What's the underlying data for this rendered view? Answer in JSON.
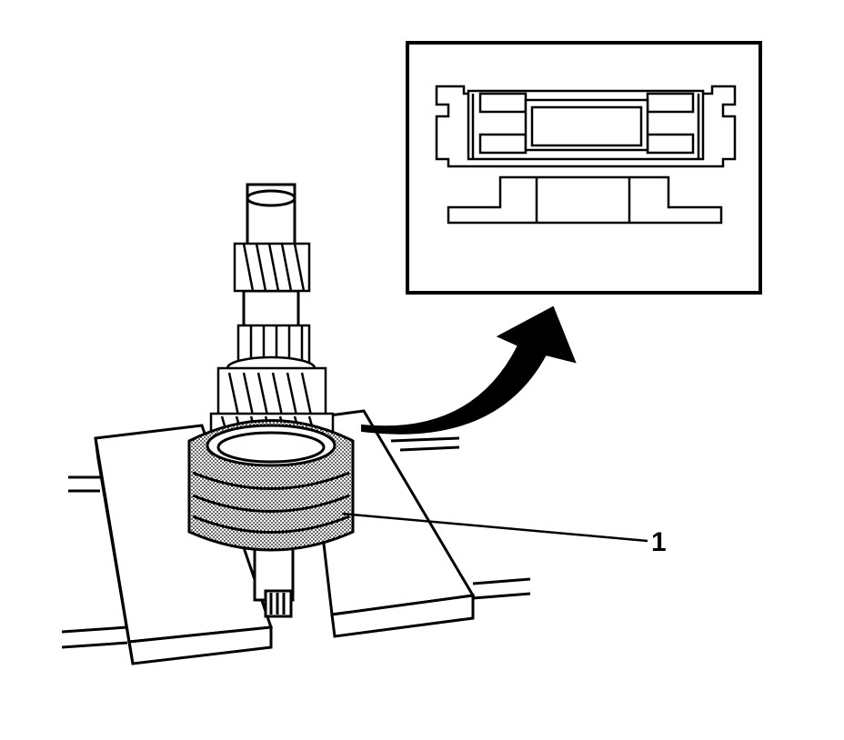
{
  "diagram": {
    "callouts": [
      {
        "id": "1",
        "label": "1"
      }
    ],
    "colors": {
      "line": "#000000",
      "background": "#ffffff"
    },
    "icons": [
      "curved-arrow-icon",
      "detail-inset"
    ]
  }
}
